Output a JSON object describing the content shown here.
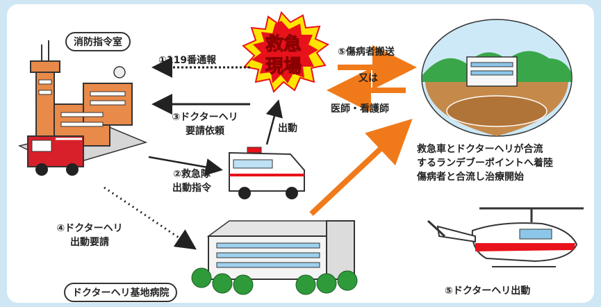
{
  "labels": {
    "command_room": "消防指令室",
    "scene_line1": "救急",
    "scene_line2": "現場",
    "step1": "①119番通報",
    "step3_line1": "③ドクターヘリ",
    "step3_line2": "要請依頼",
    "dispatch": "出動",
    "step2_line1": "②救急隊",
    "step2_line2": "出動指令",
    "step4_line1": "④ドクターヘリ",
    "step4_line2": "出動要請",
    "step5_transport": "⑤傷病者搬送",
    "or": "又は",
    "doctor_nurse": "医師・看護師",
    "rendezvous_line1": "救急車とドクターヘリが合流",
    "rendezvous_line2": "するランデブーポイントへ着陸",
    "rendezvous_line3": "傷病者と合流し治療開始",
    "base_hospital": "ドクターヘリ基地病院",
    "step5_heli": "⑤ドクターヘリ出動"
  },
  "colors": {
    "background": "#cfe6f4",
    "orange_arrow": "#f07a1a",
    "burst_red": "#e8121b",
    "burst_yellow": "#ffe400",
    "building_orange": "#e88a4a",
    "dark": "#222222"
  }
}
